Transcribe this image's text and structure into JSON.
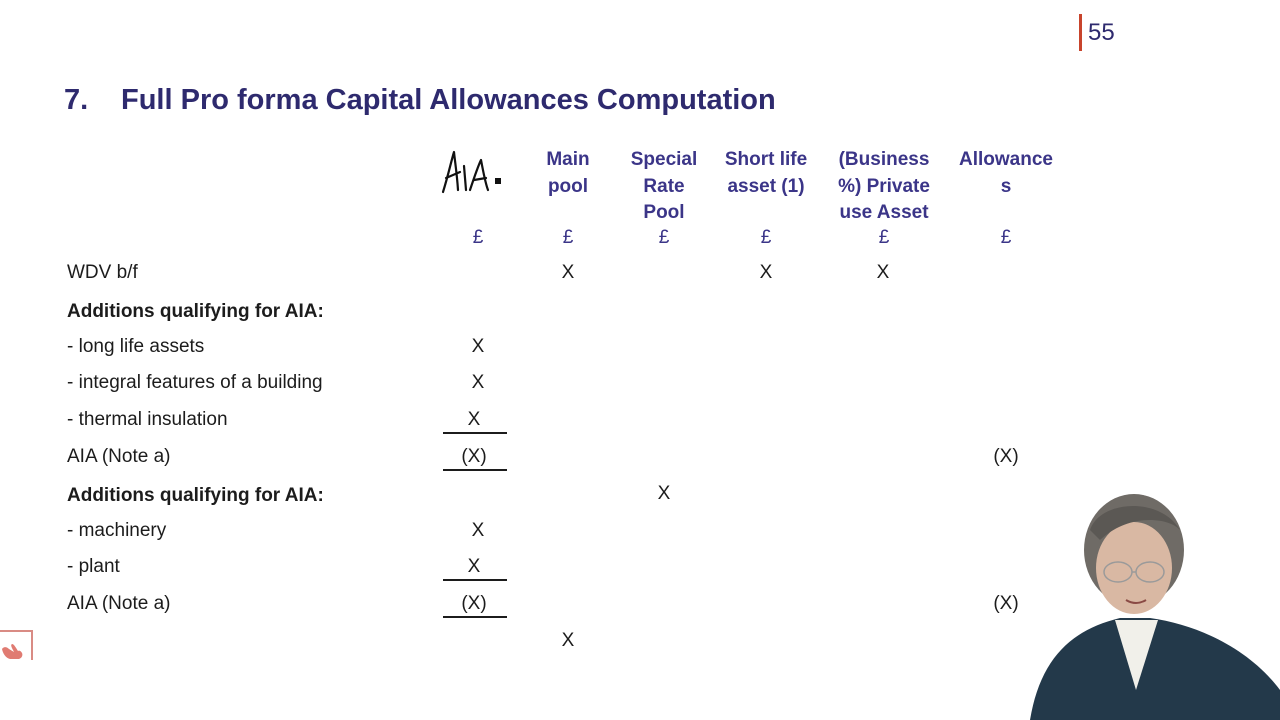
{
  "slide": {
    "number": "55",
    "title_number": "7.",
    "title_text": "Full Pro forma Capital Allowances Computation",
    "accent_color": "#c8442c",
    "heading_color": "#2e2a6e"
  },
  "columns": [
    {
      "label": "AIA.",
      "handwritten": true,
      "currency": "£"
    },
    {
      "label": "Main pool",
      "currency": "£"
    },
    {
      "label": "Special Rate Pool",
      "currency": "£"
    },
    {
      "label": "Short life asset (1)",
      "currency": "£"
    },
    {
      "label": "(Business %) Private use Asset",
      "currency": "£"
    },
    {
      "label": "Allowances",
      "currency": "£"
    }
  ],
  "header_lines": {
    "main_pool": [
      "Main",
      "pool"
    ],
    "special_rate": [
      "Special",
      "Rate",
      "Pool"
    ],
    "short_life": [
      "Short life",
      "asset (1)"
    ],
    "private_use": [
      "(Business",
      "%) Private",
      "use Asset"
    ],
    "allowances": [
      "Allowance",
      "s"
    ]
  },
  "rows": [
    {
      "label": "WDV b/f",
      "bold": false,
      "cells": {
        "main_pool": "X",
        "short_life": "X",
        "private_use": "X"
      }
    },
    {
      "label": "Additions qualifying for AIA:",
      "bold": true,
      "cells": {}
    },
    {
      "label": "- long life assets",
      "bold": false,
      "cells": {
        "aia": "X"
      }
    },
    {
      "label": "- integral features of a building",
      "bold": false,
      "cells": {
        "aia": "X"
      }
    },
    {
      "label": "- thermal insulation",
      "bold": false,
      "cells": {
        "aia": "X"
      },
      "underline": true
    },
    {
      "label": "AIA (Note a)",
      "bold": false,
      "cells": {
        "aia": "(X)",
        "allowances": "(X)"
      },
      "underline": true
    },
    {
      "label": "Additions qualifying for AIA:",
      "bold": true,
      "cells": {
        "special_rate": "X"
      }
    },
    {
      "label": "- machinery",
      "bold": false,
      "cells": {
        "aia": "X"
      }
    },
    {
      "label": "- plant",
      "bold": false,
      "cells": {
        "aia": "X"
      },
      "underline": true
    },
    {
      "label": "AIA (Note a)",
      "bold": false,
      "cells": {
        "aia": "(X)",
        "allowances": "(X)"
      },
      "underline": true
    },
    {
      "label": "",
      "bold": false,
      "cells": {
        "main_pool": "X"
      }
    }
  ],
  "overlays": {
    "annotation_tool_icon": "hand-pointer-icon",
    "presenter_video": "presenter-webcam"
  }
}
